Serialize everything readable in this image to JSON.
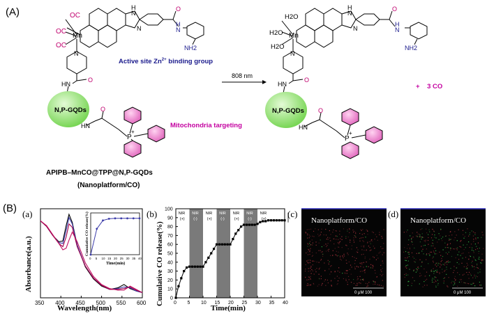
{
  "panel_A": {
    "label": "(A)",
    "left_molecule": {
      "co_labels": [
        "OC",
        "OC",
        "OC"
      ],
      "metal": "Mn",
      "nh_top": "H",
      "n_top": "N",
      "n_imid": "N",
      "amide_h": "H",
      "amide_n": "N",
      "amine": "NH2",
      "amide_o": "O",
      "pyridine_n": "N",
      "hn_label": "HN",
      "gqd_label": "N,P-GQDs",
      "hn2_label": "HN",
      "phosphonium": "P",
      "plus": "+",
      "binding_label": "Active site Zn",
      "binding_sup": "2+",
      "binding_suffix": " binding group",
      "mito_label": "Mitochondria targeting",
      "name_line1": "APIPB–MnCO@TPP@N,P-GQDs",
      "name_line2": "(Nanoplatform/CO)"
    },
    "arrow_label": "808 nm",
    "right_molecule": {
      "h2o_labels": [
        "H2O",
        "H2O",
        "H2O"
      ],
      "metal": "Mn",
      "gqd_label": "N,P-GQDs",
      "hn_label": "HN",
      "phosphonium": "P",
      "plus": "+"
    },
    "product_label": "+    3 CO"
  },
  "panel_B": {
    "label": "(B)",
    "sub_a": {
      "label": "(a)",
      "xlabel": "Wavelength(nm)",
      "ylabel": "Absorbance(a.u.)",
      "xticks": [
        "350",
        "400",
        "450",
        "500",
        "550",
        "600"
      ],
      "inset_xlabel": "Time(min)",
      "inset_ylabel": "Cumulative CO release(%)",
      "inset_xticks": [
        "0",
        "5",
        "10",
        "15",
        "20",
        "25",
        "30",
        "35",
        "40"
      ]
    },
    "sub_b": {
      "label": "(b)",
      "xlabel": "Time(min)",
      "ylabel": "Cumulative CO release(%)",
      "xticks": [
        "0",
        "5",
        "10",
        "15",
        "20",
        "25",
        "30",
        "35",
        "40"
      ],
      "yticks": [
        "0",
        "10",
        "20",
        "30",
        "40",
        "50",
        "60",
        "70",
        "80",
        "90",
        "100"
      ],
      "windows": [
        {
          "label": "NIR",
          "state": "(+)"
        },
        {
          "label": "NIR",
          "state": "(-)"
        },
        {
          "label": "NIR",
          "state": "(+)"
        },
        {
          "label": "NIR",
          "state": "(-)"
        },
        {
          "label": "NIR",
          "state": "(+)"
        },
        {
          "label": "NIR",
          "state": "(-)"
        },
        {
          "label": "NIR",
          "state": "(+)"
        }
      ]
    },
    "sub_c": {
      "label": "(c)",
      "image_title": "Nanoplatform/CO",
      "scale": "0  μM 100"
    },
    "sub_d": {
      "label": "(d)",
      "image_title": "Nanoplatform/CO",
      "scale": "0  μM 100"
    }
  },
  "colors": {
    "co_magenta": "#c0006e",
    "blue_text": "#1a1a8c",
    "gqd_green": "#9be27a",
    "phenyl_pink": "#e26bbf",
    "gray_band": "#7a7a7a",
    "mito_text": "#c400a0"
  },
  "chart_data": [
    {
      "type": "line",
      "title": "",
      "xlabel": "Wavelength(nm)",
      "ylabel": "Absorbance(a.u.)",
      "xlim": [
        350,
        600
      ],
      "x": [
        350,
        365,
        380,
        395,
        405,
        413,
        420,
        428,
        440,
        460,
        480,
        500,
        520,
        540,
        555,
        570,
        585,
        600
      ],
      "series": [
        {
          "values": [
            0.92,
            0.85,
            0.74,
            0.66,
            0.67,
            0.86,
            1.0,
            0.9,
            0.62,
            0.35,
            0.2,
            0.11,
            0.07,
            0.09,
            0.13,
            0.08,
            0.05,
            0.03
          ]
        },
        {
          "values": [
            0.92,
            0.85,
            0.74,
            0.65,
            0.64,
            0.8,
            0.96,
            0.88,
            0.62,
            0.36,
            0.21,
            0.12,
            0.07,
            0.08,
            0.1,
            0.09,
            0.05,
            0.03
          ]
        },
        {
          "values": [
            0.92,
            0.85,
            0.74,
            0.64,
            0.6,
            0.72,
            0.88,
            0.84,
            0.6,
            0.36,
            0.21,
            0.12,
            0.07,
            0.07,
            0.08,
            0.1,
            0.06,
            0.03
          ]
        },
        {
          "values": [
            0.92,
            0.86,
            0.75,
            0.64,
            0.56,
            0.58,
            0.68,
            0.78,
            0.66,
            0.4,
            0.23,
            0.13,
            0.08,
            0.06,
            0.06,
            0.11,
            0.07,
            0.03
          ]
        }
      ]
    },
    {
      "type": "line",
      "title": "",
      "xlabel": "Time(min)",
      "ylabel": "Cumulative CO release(%)",
      "xlim": [
        0,
        40
      ],
      "ylim": [
        0,
        100
      ],
      "x": [
        0,
        1,
        2,
        3,
        4,
        5,
        6,
        7,
        8,
        9,
        10,
        11,
        12,
        13,
        14,
        15,
        16,
        17,
        18,
        19,
        20,
        21,
        22,
        23,
        24,
        25,
        26,
        27,
        28,
        29,
        30,
        31,
        32,
        33,
        34,
        35,
        36,
        37,
        38,
        39,
        40
      ],
      "series": [
        {
          "values": [
            0,
            13,
            22,
            30,
            34,
            35,
            35,
            35,
            35,
            35,
            35,
            40,
            45,
            50,
            55,
            60,
            60,
            60,
            60,
            60,
            60,
            66,
            72,
            76,
            80,
            82,
            82,
            82,
            82,
            82,
            83,
            85,
            86,
            86,
            87,
            87,
            87,
            87,
            87,
            87,
            87
          ]
        }
      ],
      "shaded_windows": [
        [
          5,
          10
        ],
        [
          15,
          20
        ],
        [
          25,
          30
        ]
      ],
      "grid": false
    },
    {
      "type": "line",
      "title": "",
      "xlabel": "Time(min)",
      "ylabel": "Cumulative CO release(%)",
      "x": [
        0,
        5,
        10,
        15,
        20,
        25,
        30,
        35,
        40
      ],
      "series": [
        {
          "values": [
            0,
            62,
            82,
            86,
            87,
            87,
            87,
            87,
            87
          ]
        }
      ]
    }
  ]
}
